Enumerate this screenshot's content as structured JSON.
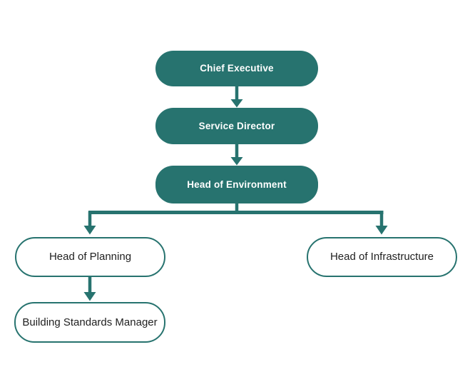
{
  "diagram": {
    "type": "org-chart",
    "colors": {
      "accent": "#27736f",
      "filled_box_text": "#ffffff",
      "outline_box_text": "#1f1f1f",
      "background": "#ffffff"
    },
    "nodes": [
      {
        "id": "chief-executive",
        "label": "Chief Executive",
        "style": "filled",
        "level": 1
      },
      {
        "id": "service-director",
        "label": "Service Director",
        "style": "filled",
        "level": 2
      },
      {
        "id": "head-of-environment",
        "label": "Head of Environment",
        "style": "filled",
        "level": 3
      },
      {
        "id": "head-of-planning",
        "label": "Head of Planning",
        "style": "outline",
        "level": 4
      },
      {
        "id": "head-of-infrastructure",
        "label": "Head of Infrastructure",
        "style": "outline",
        "level": 4
      },
      {
        "id": "building-standards-manager",
        "label": "Building Standards Manager",
        "style": "outline",
        "level": 5
      }
    ],
    "edges": [
      {
        "from": "chief-executive",
        "to": "service-director"
      },
      {
        "from": "service-director",
        "to": "head-of-environment"
      },
      {
        "from": "head-of-environment",
        "to": "head-of-planning"
      },
      {
        "from": "head-of-environment",
        "to": "head-of-infrastructure"
      },
      {
        "from": "head-of-planning",
        "to": "building-standards-manager"
      }
    ]
  }
}
